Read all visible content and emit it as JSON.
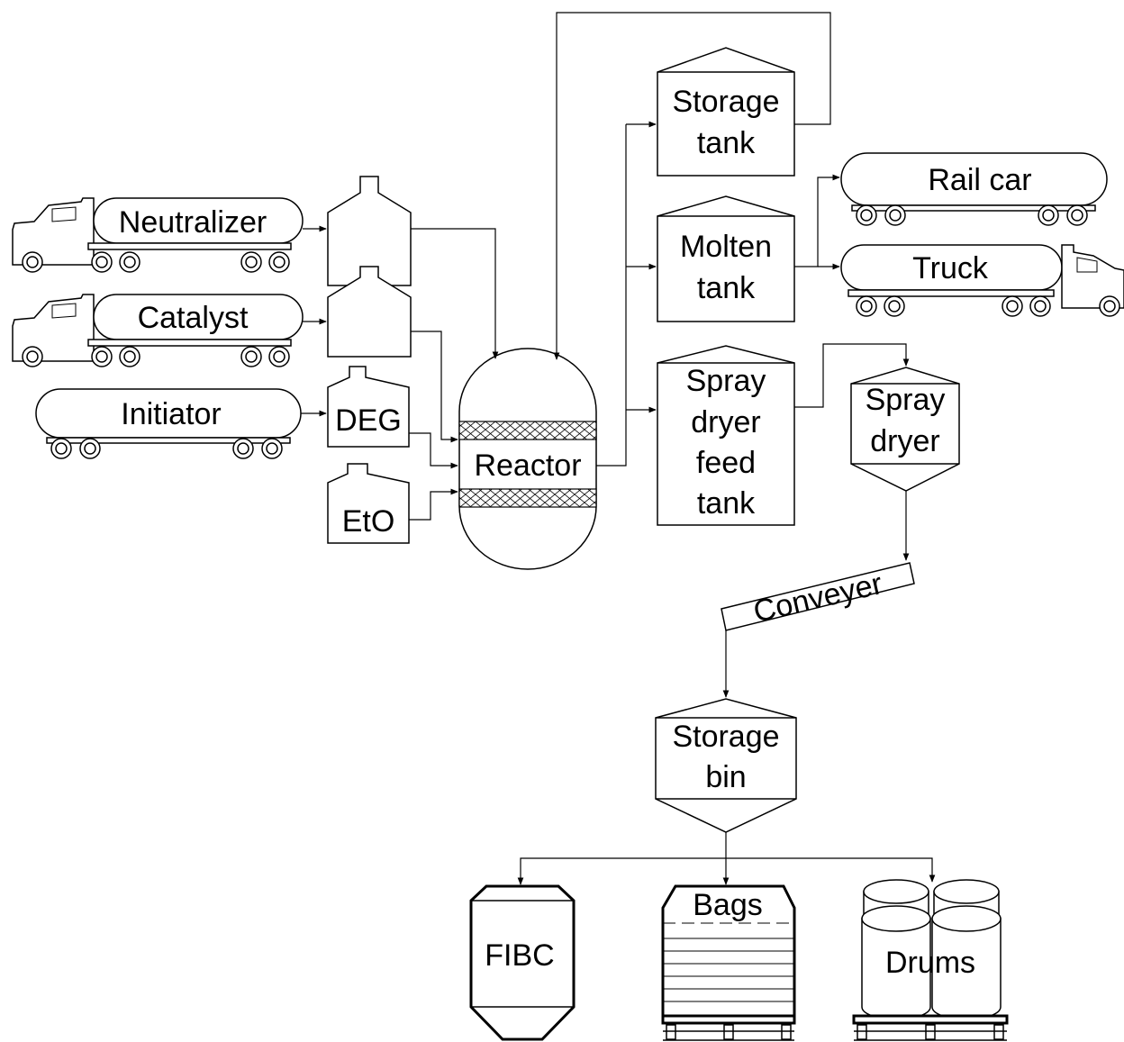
{
  "diagram": {
    "sources": {
      "neutralizer": "Neutralizer",
      "catalyst": "Catalyst",
      "initiator": "Initiator"
    },
    "feed_tanks": {
      "deg": "DEG",
      "eto": "EtO"
    },
    "reactor": "Reactor",
    "tanks": {
      "storage": [
        "Storage",
        "tank"
      ],
      "molten": [
        "Molten",
        "tank"
      ],
      "spray_feed": [
        "Spray",
        "dryer",
        "feed",
        "tank"
      ]
    },
    "shipping": {
      "rail_car": "Rail car",
      "truck": "Truck"
    },
    "spray_dryer": [
      "Spray",
      "dryer"
    ],
    "conveyer": "Conveyer",
    "storage_bin": [
      "Storage",
      "bin"
    ],
    "packaging": {
      "fibc": "FIBC",
      "bags": "Bags",
      "drums": "Drums"
    }
  }
}
